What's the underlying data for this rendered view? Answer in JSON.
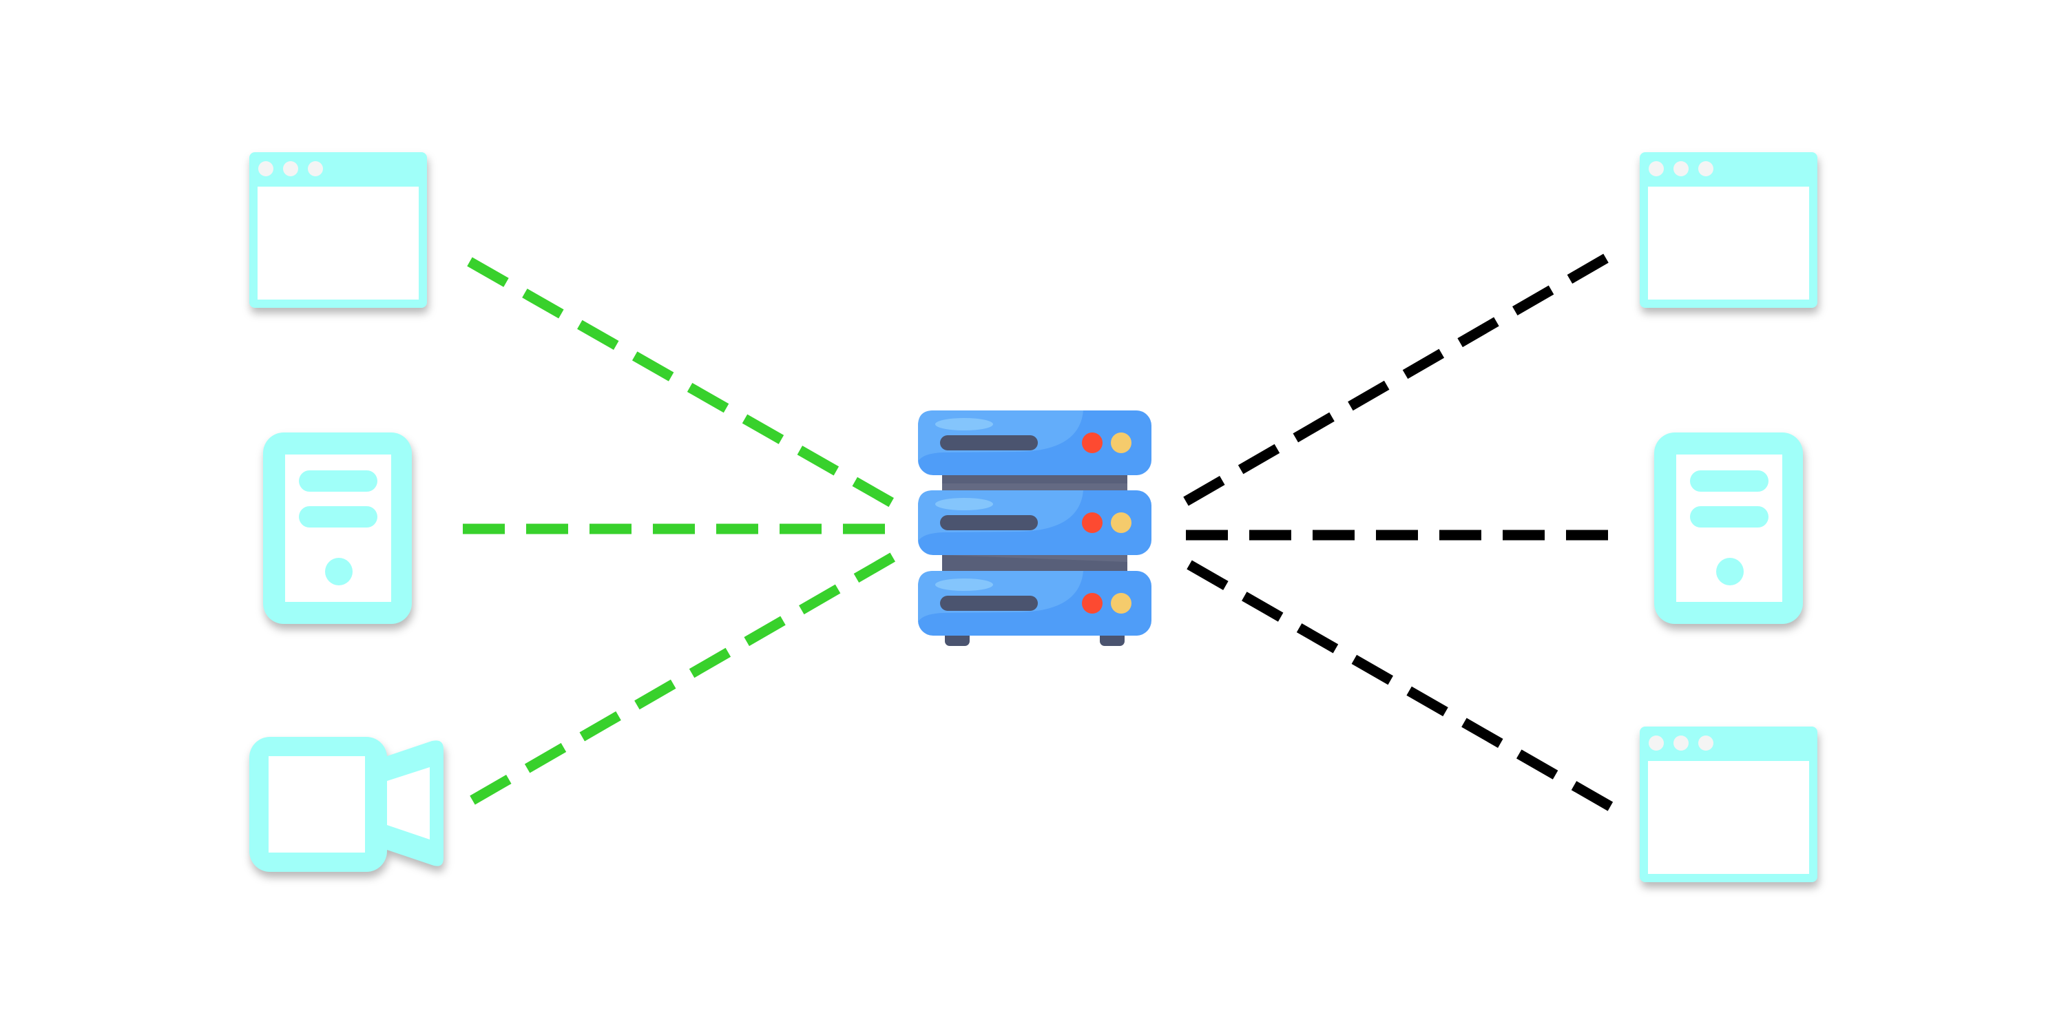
{
  "diagram": {
    "title": "",
    "colors": {
      "background": "#ffffff",
      "client_icon": "#A0FFF9",
      "left_links": "#38D12C",
      "right_links": "#000000",
      "server_body_light": "#63ADFA",
      "server_body_dark": "#4F9DF8",
      "server_highlight": "#84C5FC",
      "server_slot": "#4B546F",
      "server_frame": "#646A83",
      "led_red": "#FD4A31",
      "led_yellow": "#F5CB6C"
    },
    "center_node": {
      "id": "server",
      "icon": "server-rack-icon",
      "units": 3
    },
    "left_nodes": [
      {
        "id": "left-window",
        "icon": "browser-window-icon"
      },
      {
        "id": "left-computer",
        "icon": "desktop-tower-icon"
      },
      {
        "id": "left-camera",
        "icon": "video-camera-icon"
      }
    ],
    "right_nodes": [
      {
        "id": "right-window-top",
        "icon": "browser-window-icon"
      },
      {
        "id": "right-computer",
        "icon": "desktop-tower-icon"
      },
      {
        "id": "right-window-bottom",
        "icon": "browser-window-icon"
      }
    ],
    "edges": [
      {
        "from": "left-window",
        "to": "server",
        "style": "dashed",
        "color_key": "left_links"
      },
      {
        "from": "left-computer",
        "to": "server",
        "style": "dashed",
        "color_key": "left_links"
      },
      {
        "from": "left-camera",
        "to": "server",
        "style": "dashed",
        "color_key": "left_links"
      },
      {
        "from": "server",
        "to": "right-window-top",
        "style": "dashed",
        "color_key": "right_links"
      },
      {
        "from": "server",
        "to": "right-computer",
        "style": "dashed",
        "color_key": "right_links"
      },
      {
        "from": "server",
        "to": "right-window-bottom",
        "style": "dashed",
        "color_key": "right_links"
      }
    ]
  }
}
